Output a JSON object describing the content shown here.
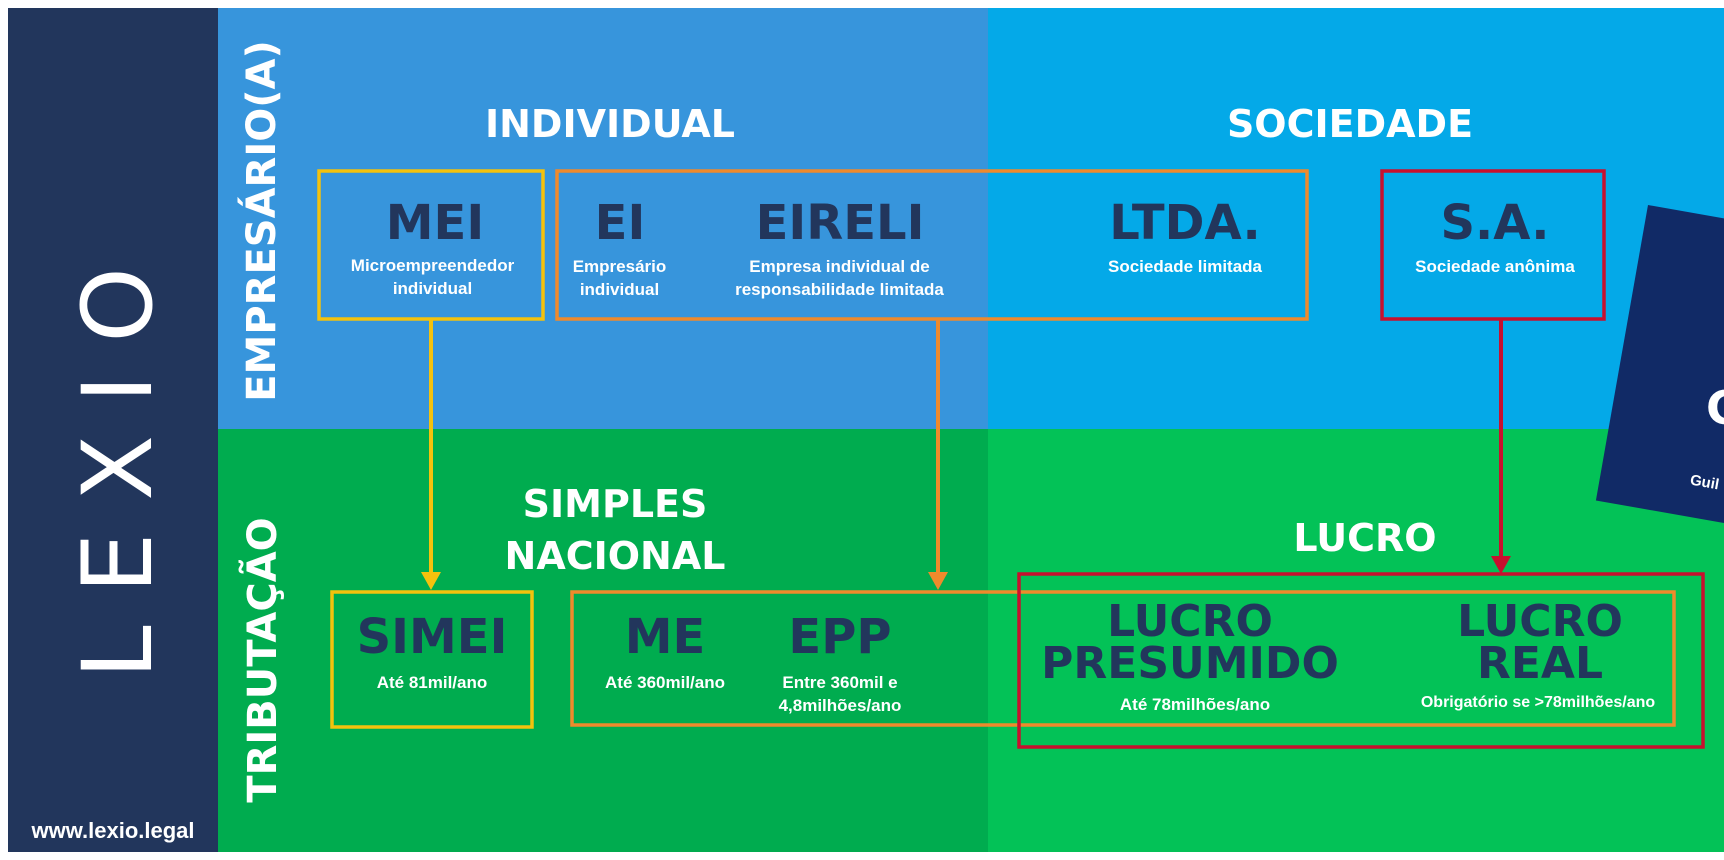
{
  "brand": {
    "name": "LEXIO",
    "url": "www.lexio.legal"
  },
  "colors": {
    "sidebar": "#22365c",
    "individual_bg": "#3795dc",
    "sociedade_bg": "#04a9e8",
    "simples_bg": "#00ac4f",
    "lucro_bg": "#03c257",
    "yellow": "#f4c20d",
    "orange": "#ef8a2c",
    "red": "#c8102e",
    "title_text": "#22365c"
  },
  "rows": {
    "top": "EMPRESÁRIO(A)",
    "bottom": "TRIBUTAÇÃO"
  },
  "headings": {
    "individual": "INDIVIDUAL",
    "sociedade": "SOCIEDADE",
    "simples_line1": "SIMPLES",
    "simples_line2": "NACIONAL",
    "lucro": "LUCRO"
  },
  "entities": {
    "mei": {
      "title": "MEI",
      "line1": "Microempreendedor",
      "line2": "individual"
    },
    "ei": {
      "title": "EI",
      "line1": "Empresário",
      "line2": "individual"
    },
    "eireli": {
      "title": "EIRELI",
      "line1": "Empresa individual de",
      "line2": "responsabilidade limitada"
    },
    "ltda": {
      "title": "LTDA.",
      "line1": "Sociedade limitada"
    },
    "sa": {
      "title": "S.A.",
      "line1": "Sociedade anônima"
    }
  },
  "regimes": {
    "simei": {
      "title": "SIMEI",
      "line1": "Até 81mil/ano"
    },
    "me": {
      "title": "ME",
      "line1": "Até 360mil/ano"
    },
    "epp": {
      "title": "EPP",
      "line1": "Entre 360mil e",
      "line2": "4,8milhões/ano"
    },
    "lucro_presumido": {
      "title1": "LUCRO",
      "title2": "PRESUMIDO",
      "line1": "Até 78milhões/ano"
    },
    "lucro_real": {
      "title1": "LUCRO",
      "title2": "REAL",
      "line1": "Obrigatório se >78milhões/ano"
    }
  },
  "book": {
    "letter": "C",
    "author": "Guil"
  }
}
